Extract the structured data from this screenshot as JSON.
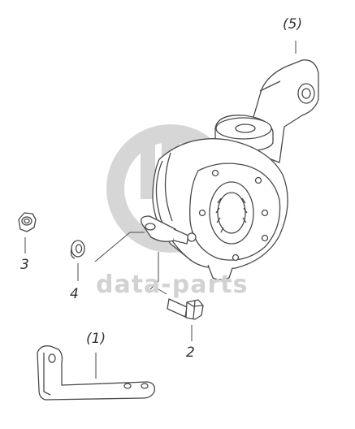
{
  "labels": {
    "part_1": "(1)",
    "part_2": "2",
    "part_3": "3",
    "part_4": "4",
    "part_5": "(5)"
  },
  "watermark": {
    "text": "data-parts"
  },
  "colors": {
    "line": "#4a4a4a",
    "fill": "#ffffff",
    "watermark": "#d2d2d2"
  }
}
